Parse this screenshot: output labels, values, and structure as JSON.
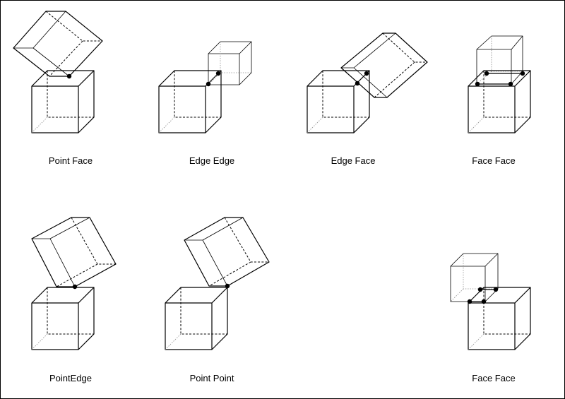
{
  "labels": {
    "point_face": "Point Face",
    "edge_edge": "Edge Edge",
    "edge_face": "Edge Face",
    "face_face_top": "Face Face",
    "point_edge": "PointEdge",
    "point_point": "Point Point",
    "face_face_bottom": "Face Face"
  },
  "colors": {
    "line": "#000000",
    "faint_line": "#8a8a8a",
    "background": "#ffffff"
  }
}
